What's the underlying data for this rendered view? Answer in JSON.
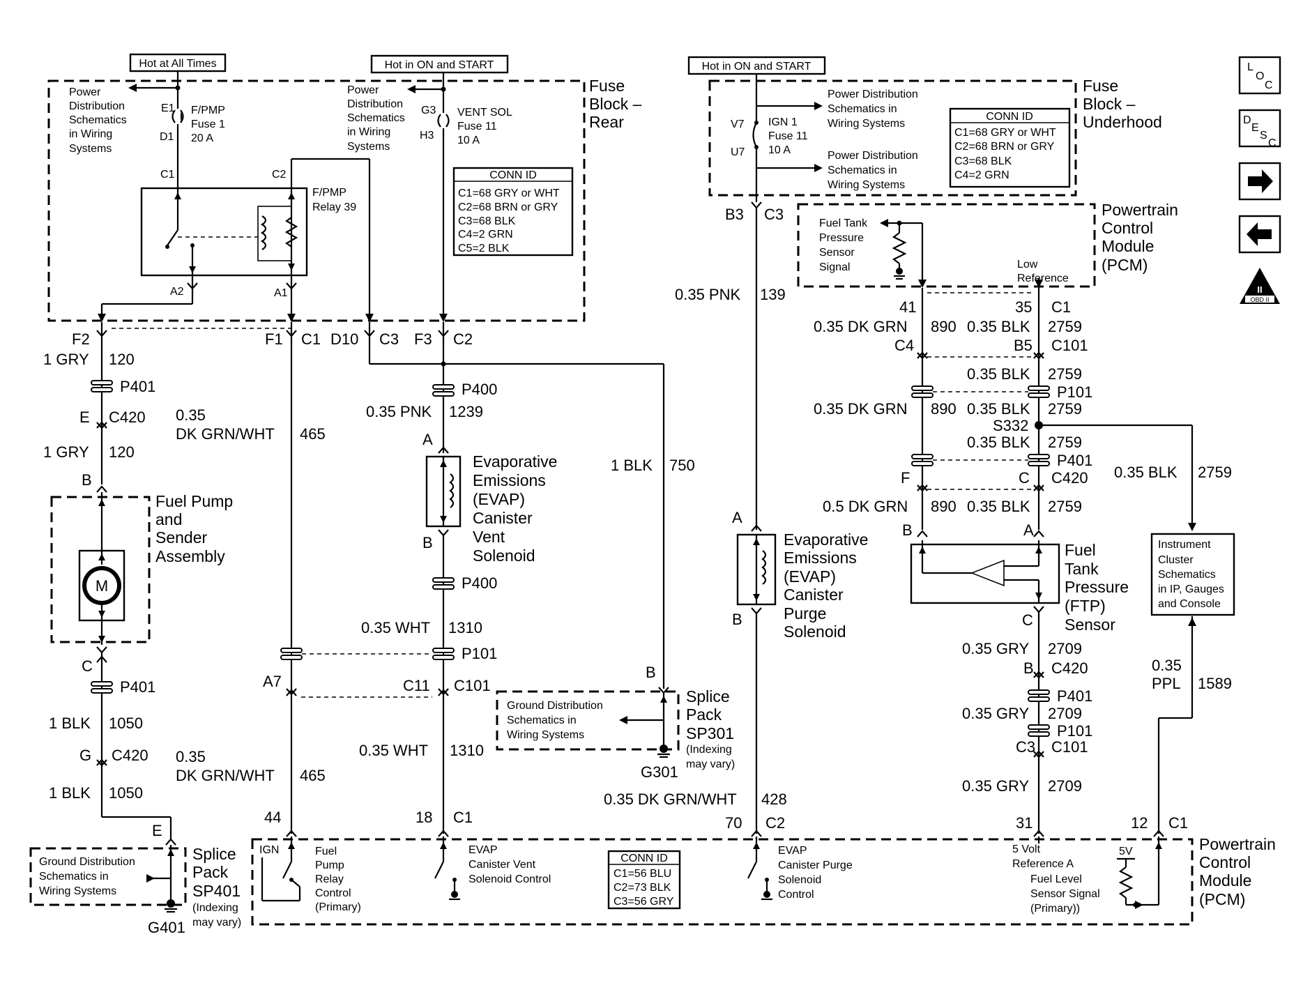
{
  "header": {
    "hot_all_times": "Hot at All Times",
    "hot_on_start_1": "Hot in ON and START",
    "hot_on_start_2": "Hot in ON and START"
  },
  "fuse_block_rear": {
    "title": [
      "Fuse",
      "Block –",
      "Rear"
    ],
    "power_dist_1": [
      "Power",
      "Distribution",
      "Schematics",
      "in Wiring",
      "Systems"
    ],
    "power_dist_2": [
      "Power",
      "Distribution",
      "Schematics",
      "in Wiring",
      "Systems"
    ],
    "fpmp_fuse": [
      "F/PMP",
      "Fuse 1",
      "20 A"
    ],
    "vent_fuse": [
      "VENT SOL",
      "Fuse 11",
      "10 A"
    ],
    "relay": [
      "F/PMP",
      "Relay 39"
    ],
    "pins": {
      "e1": "E1",
      "d1": "D1",
      "c1": "C1",
      "c2": "C2",
      "a2": "A2",
      "a1": "A1",
      "g3": "G3",
      "h3": "H3"
    },
    "conn_id": {
      "title": "CONN ID",
      "rows": [
        "C1=68 GRY or WHT",
        "C2=68 BRN or GRY",
        "C3=68 BLK",
        "C4=2 GRN",
        "C5=2 BLK"
      ]
    }
  },
  "fuse_block_underhood": {
    "title": [
      "Fuse",
      "Block –",
      "Underhood"
    ],
    "ign_fuse": [
      "IGN 1",
      "Fuse 11",
      "10 A"
    ],
    "pins": {
      "v7": "V7",
      "u7": "U7",
      "b3": "B3",
      "c3": "C3"
    },
    "power_dist_1": [
      "Power Distribution",
      "Schematics in",
      "Wiring Systems"
    ],
    "power_dist_2": [
      "Power Distribution",
      "Schematics in",
      "Wiring Systems"
    ],
    "conn_id": {
      "title": "CONN ID",
      "rows": [
        "C1=68 GRY or WHT",
        "C2=68 BRN or GRY",
        "C3=68 BLK",
        "C4=2 GRN"
      ]
    }
  },
  "pcm_top": {
    "title": [
      "Powertrain",
      "Control",
      "Module",
      "(PCM)"
    ],
    "signal": [
      "Fuel Tank",
      "Pressure",
      "Sensor",
      "Signal"
    ],
    "low_ref": [
      "Low",
      "Reference"
    ]
  },
  "fuel_pump": {
    "title": [
      "Fuel Pump",
      "and",
      "Sender",
      "Assembly"
    ],
    "motor": "M"
  },
  "evap_vent": {
    "title": [
      "Evaporative",
      "Emissions",
      "(EVAP)",
      "Canister",
      "Vent",
      "Solenoid"
    ]
  },
  "evap_purge": {
    "title": [
      "Evaporative",
      "Emissions",
      "(EVAP)",
      "Canister",
      "Purge",
      "Solenoid"
    ]
  },
  "ftp_sensor": {
    "title": [
      "Fuel",
      "Tank",
      "Pressure",
      "(FTP)",
      "Sensor"
    ]
  },
  "instrument_cluster": {
    "lines": [
      "Instrument",
      "Cluster",
      "Schematics",
      "in IP, Gauges",
      "and Console"
    ]
  },
  "splice_sp301": {
    "title": [
      "Splice",
      "Pack",
      "SP301"
    ],
    "note": [
      "(Indexing",
      "may vary)"
    ],
    "ground": "G301",
    "dist": [
      "Ground Distribution",
      "Schematics in",
      "Wiring Systems"
    ]
  },
  "splice_sp401": {
    "title": [
      "Splice",
      "Pack",
      "SP401"
    ],
    "note": [
      "(Indexing",
      "may vary)"
    ],
    "ground": "G401",
    "dist": [
      "Ground Distribution",
      "Schematics in",
      "Wiring Systems"
    ]
  },
  "pcm_bottom": {
    "title": [
      "Powertrain",
      "Control",
      "Module",
      "(PCM)"
    ],
    "ign": "IGN",
    "fuel_pump_relay": [
      "Fuel",
      "Pump",
      "Relay",
      "Control",
      "(Primary)"
    ],
    "evap_vent_ctrl": [
      "EVAP",
      "Canister Vent",
      "Solenoid Control"
    ],
    "evap_purge_ctrl": [
      "EVAP",
      "Canister Purge",
      "Solenoid",
      "Control"
    ],
    "ref_5v": [
      "5 Volt",
      "Reference A"
    ],
    "fuel_level": [
      "Fuel Level",
      "Sensor Signal",
      "(Primary))"
    ],
    "v5": "5V",
    "conn_id": {
      "title": "CONN ID",
      "rows": [
        "C1=56 BLU",
        "C2=73 BLK",
        "C3=56 GRY"
      ]
    }
  },
  "wire_labels": {
    "f2": "F2",
    "w1gry": "1 GRY",
    "c120a": "120",
    "p401a": "P401",
    "e": "E",
    "c420a": "C420",
    "w1gry2": "1 GRY",
    "c120b": "120",
    "b": "B",
    "c": "C",
    "p401b": "P401",
    "w1blk": "1 BLK",
    "c1050a": "1050",
    "g": "G",
    "c420b": "C420",
    "w1blk2": "1 BLK",
    "c1050b": "1050",
    "e2": "E",
    "f1": "F1",
    "c1": "C1",
    "d10": "D10",
    "c3": "C3",
    "f3": "F3",
    "c2": "C2",
    "w035a": "0.35",
    "dkgrnwht": "DK GRN/WHT",
    "c465": "465",
    "w035b": "0.35",
    "dkgrnwht2": "DK GRN/WHT",
    "c465b": "465",
    "a7": "A7",
    "c11": "C11",
    "c101": "C101",
    "p400a": "P400",
    "pnk1239": "0.35 PNK",
    "c1239": "1239",
    "a": "A",
    "bb": "B",
    "p400b": "P400",
    "wht1310": "0.35 WHT",
    "c1310": "1310",
    "p101": "P101",
    "wht1310b": "0.35 WHT",
    "c1310b": "1310",
    "blk750": "1 BLK",
    "c750": "750",
    "b2": "B",
    "p44": "44",
    "p18": "18",
    "pc1": "C1",
    "pnk139": "0.35 PNK",
    "c139": "139",
    "a3": "A",
    "b3": "B",
    "dkgrnwht428": "0.35 DK GRN/WHT",
    "c428": "428",
    "p70": "70",
    "pc2": "C2",
    "p41": "41",
    "p35": "35",
    "pc1b": "C1",
    "dkgrn890": "0.35 DK GRN",
    "c890": "890",
    "blk2759": "0.35 BLK",
    "c2759": "2759",
    "c4": "C4",
    "b5": "B5",
    "c101b": "C101",
    "blk2759b": "0.35 BLK",
    "c2759b": "2759",
    "p101b": "P101",
    "dkgrn890b": "0.35 DK GRN",
    "c890b": "890",
    "blk2759c": "0.35 BLK",
    "c2759c": "2759",
    "s332": "S332",
    "blk2759d": "0.35 BLK",
    "c2759d": "2759",
    "p401c": "P401",
    "f": "F",
    "cc": "C",
    "c420c": "C420",
    "blk2759e": "0.35 BLK",
    "c2759e": "2759",
    "dkgrn890c": "0.5 DK GRN",
    "c890c": "890",
    "blk2759f": "0.35 BLK",
    "c2759f": "2759",
    "bb2": "B",
    "aa2": "A",
    "c3b": "C",
    "gry2709": "0.35 GRY",
    "c2709": "2709",
    "b4": "B",
    "c420d": "C420",
    "p401d": "P401",
    "gry2709b": "0.35 GRY",
    "c2709b": "2709",
    "p101c": "P101",
    "c3c": "C3",
    "c101c": "C101",
    "gry2709c": "0.35 GRY",
    "c2709c": "2709",
    "p31": "31",
    "p12": "12",
    "pc1c": "C1",
    "ppl": "0.35",
    "ppl2": "PPL",
    "c1589": "1589"
  },
  "nav": {
    "loc": [
      "L",
      "O",
      "C"
    ],
    "desc": [
      "D",
      "E",
      "S",
      "C"
    ],
    "fwd": "→",
    "back": "←",
    "obd": "II",
    "obd2": "OBD II"
  }
}
